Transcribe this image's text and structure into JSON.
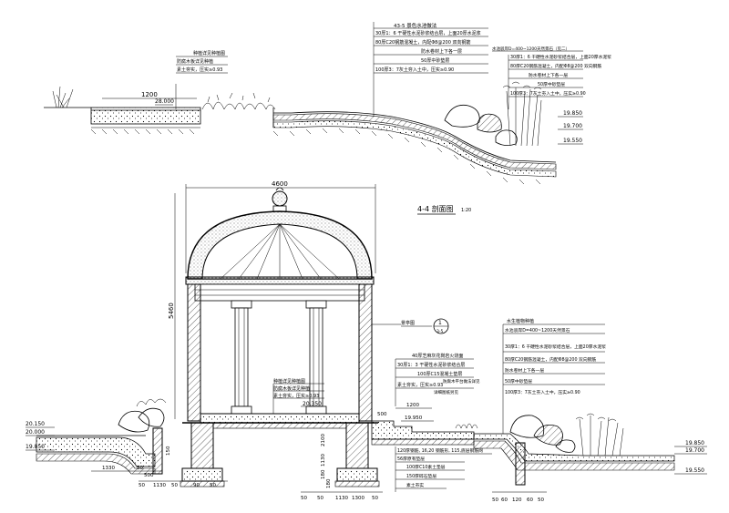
{
  "section_title": "4-4 剖面图",
  "section_scale": "1:20",
  "top": {
    "dim_1200": "1200",
    "level_bench": "28.000",
    "note_left": {
      "lines": [
        "种植详见种植图",
        "防腐木板详见种植",
        "素土夯实，压实≥0.93"
      ]
    },
    "note_mid": {
      "title": "43-5 景色水池做法",
      "lines": [
        "30厚1：6 干硬性水泥砂浆结合层，上面20厚水泥浆",
        "80厚C20钢筋混凝土，内配Φ8@200 双向钢筋",
        "防水卷材上下各一层",
        "50厚中砂垫层",
        "100厚3：7灰土夯入土中，压实≥0.90"
      ]
    },
    "note_right": {
      "title": "水池驳岸D=400~1200天然景石（见二）",
      "lines": [
        "30厚1：6 干硬性水泥砂浆结合层，上面20厚水泥浆",
        "80厚C20钢筋混凝土，内配Φ8@200 双向钢筋",
        "防水卷材上下各一层",
        "50厚中砂垫层",
        "100厚3：7灰土夯入土中，压实≥0.90"
      ]
    },
    "levels": [
      "19.850",
      "19.700",
      "19.550"
    ]
  },
  "pavilion": {
    "width_dim": "4600",
    "height_dim": "5460",
    "floor_level": "20.350",
    "note_floor": [
      "种植详见种植图",
      "防腐木板详见种植",
      "素土夯实，压实≥0.93"
    ],
    "callout_label": "景亭图",
    "callout_number": "1",
    "callout_sheet": "3-5",
    "note_steps": [
      "40厚芝麻灰花岗岩火烧面",
      "30厚1：3 干硬性水泥砂浆结合层",
      "100厚C15混凝土垫层",
      "素土夯实，压实≥0.93"
    ],
    "note_steps_side": [
      "防腐木平台做法详见",
      "详细图纸另见"
    ],
    "dim_1200": "1200",
    "level_1950": "19.950",
    "dim_500": "500",
    "note_foundation": [
      "120厚钢筋, 16,20 钢筋形, 115,底层钢筋网",
      "56厚原有垫层",
      "100厚C10素土垫层",
      "150厚碎石垫层",
      "素土夯实"
    ],
    "left_levels": [
      "20.150",
      "20.000",
      "19.850"
    ],
    "left_dims": [
      "500",
      "150",
      "50",
      "1330",
      "50",
      "50",
      "1130",
      "50",
      "90"
    ],
    "bottom_dims": [
      "50",
      "50",
      "1130",
      "1300",
      "50"
    ],
    "side_dims": [
      "2100",
      "1130",
      "180",
      "180"
    ]
  },
  "right": {
    "title": "水生植物种植",
    "lines": [
      "水池驳岸D=400~1200天然景石",
      "30厚1：6 干硬性水泥砂浆结合层，上面20厚水泥浆",
      "80厚C20钢筋混凝土，内配Φ8@200 双向钢筋",
      "防水卷材上下各一层",
      "50厚中砂垫层",
      "100厚3：7灰土夯入土中，压实≥0.90"
    ],
    "levels": [
      "19.850",
      "19.700",
      "19.550"
    ],
    "bottom_dims": [
      "50",
      "60",
      "120",
      "60",
      "50"
    ]
  }
}
